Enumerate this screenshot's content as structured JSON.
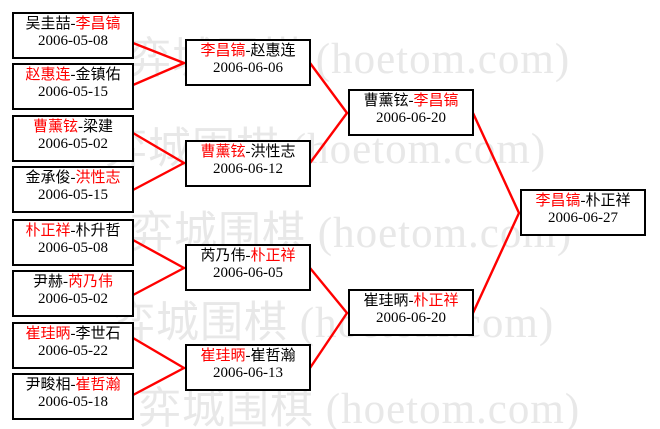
{
  "meta": {
    "title": "Go Tournament Bracket 2006",
    "win_color": "#ff0000",
    "lose_color": "#000000",
    "line_color": "#ff0000",
    "box_border_color": "#000000",
    "background_color": "#ffffff",
    "watermark_color": "#e8e8e8"
  },
  "watermark": {
    "lines": [
      "弈城围棋 (hoetom.com)",
      "弈城围棋 (hoetom.com)",
      "弈城围棋 (hoetom.com)",
      "弈城围棋 (hoetom.com)",
      "弈城围棋 (hoetom.com)"
    ]
  },
  "rounds": [
    {
      "name": "round-1",
      "matches": [
        {
          "id": "r1m1",
          "left": "吴圭喆",
          "right": "李昌镐",
          "winner": "right",
          "date": "2006-05-08"
        },
        {
          "id": "r1m2",
          "left": "赵惠连",
          "right": "金镇佑",
          "winner": "left",
          "date": "2006-05-15"
        },
        {
          "id": "r1m3",
          "left": "曹薰铉",
          "right": "梁建",
          "winner": "left",
          "date": "2006-05-02"
        },
        {
          "id": "r1m4",
          "left": "金承俊",
          "right": "洪性志",
          "winner": "right",
          "date": "2006-05-15"
        },
        {
          "id": "r1m5",
          "left": "朴正祥",
          "right": "朴升哲",
          "winner": "left",
          "date": "2006-05-08"
        },
        {
          "id": "r1m6",
          "left": "尹赫",
          "right": "芮乃伟",
          "winner": "right",
          "date": "2006-05-02"
        },
        {
          "id": "r1m7",
          "left": "崔珪昞",
          "right": "李世石",
          "winner": "left",
          "date": "2006-05-22"
        },
        {
          "id": "r1m8",
          "left": "尹畯相",
          "right": "崔哲瀚",
          "winner": "right",
          "date": "2006-05-18"
        }
      ]
    },
    {
      "name": "round-2",
      "matches": [
        {
          "id": "r2m1",
          "left": "李昌镐",
          "right": "赵惠连",
          "winner": "left",
          "date": "2006-06-06"
        },
        {
          "id": "r2m2",
          "left": "曹薰铉",
          "right": "洪性志",
          "winner": "left",
          "date": "2006-06-12"
        },
        {
          "id": "r2m3",
          "left": "芮乃伟",
          "right": "朴正祥",
          "winner": "right",
          "date": "2006-06-05"
        },
        {
          "id": "r2m4",
          "left": "崔珪昞",
          "right": "崔哲瀚",
          "winner": "left",
          "date": "2006-06-13"
        }
      ]
    },
    {
      "name": "semifinal",
      "matches": [
        {
          "id": "r3m1",
          "left": "曹薰铉",
          "right": "李昌镐",
          "winner": "right",
          "date": "2006-06-20"
        },
        {
          "id": "r3m2",
          "left": "崔珪昞",
          "right": "朴正祥",
          "winner": "right",
          "date": "2006-06-20"
        }
      ]
    },
    {
      "name": "final",
      "matches": [
        {
          "id": "r4m1",
          "left": "李昌镐",
          "right": "朴正祥",
          "winner": "left",
          "date": "2006-06-27"
        }
      ]
    }
  ]
}
